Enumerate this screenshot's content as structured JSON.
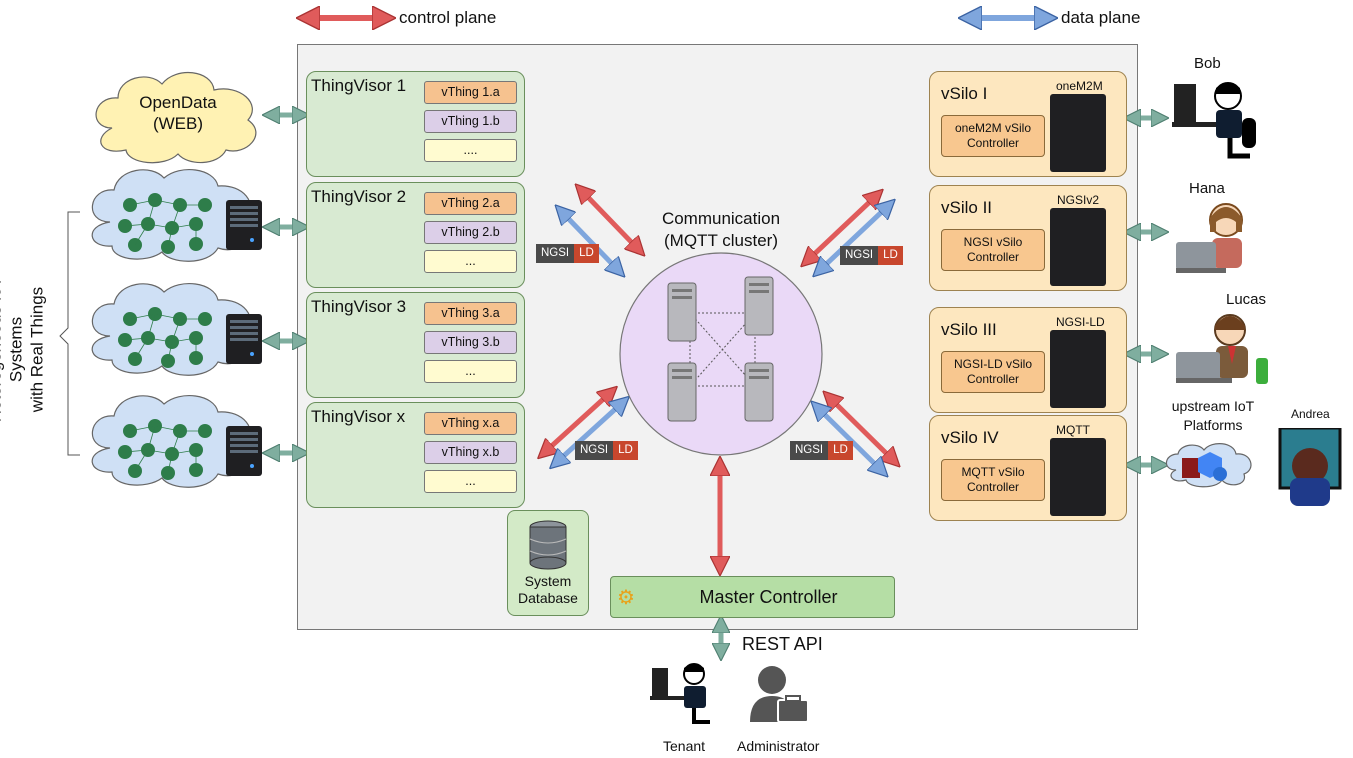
{
  "legend": {
    "control_plane": "control plane",
    "data_plane": "data plane",
    "colors": {
      "control": "#e05b5b",
      "data": "#7fa6dd",
      "neutral": "#7fae9f"
    }
  },
  "left_side": {
    "vertical_label_line1": "Heterogeneous IoT Systems",
    "vertical_label_line2": "with Real Things",
    "opendata_line1": "OpenData",
    "opendata_line2": "(WEB)"
  },
  "thingvisors": [
    {
      "title": "ThingVisor 1",
      "vthings": [
        "vThing 1.a",
        "vThing 1.b",
        "...."
      ]
    },
    {
      "title": "ThingVisor 2",
      "vthings": [
        "vThing 2.a",
        "vThing 2.b",
        "..."
      ]
    },
    {
      "title": "ThingVisor 3",
      "vthings": [
        "vThing 3.a",
        "vThing 3.b",
        "..."
      ]
    },
    {
      "title": "ThingVisor x",
      "vthings": [
        "vThing x.a",
        "vThing x.b",
        "..."
      ]
    }
  ],
  "badge": {
    "ngsi": "NGSI",
    "ld": "LD"
  },
  "communication": {
    "line1": "Communication",
    "line2": "(MQTT cluster)"
  },
  "vsilos": [
    {
      "title": "vSilo I",
      "protocol": "oneM2M",
      "controller_line1": "oneM2M vSilo",
      "controller_line2": "Controller"
    },
    {
      "title": "vSilo II",
      "protocol": "NGSIv2",
      "controller_line1": "NGSI vSilo",
      "controller_line2": "Controller"
    },
    {
      "title": "vSilo III",
      "protocol": "NGSI-LD",
      "controller_line1": "NGSI-LD vSilo",
      "controller_line2": "Controller"
    },
    {
      "title": "vSilo IV",
      "protocol": "MQTT",
      "controller_line1": "MQTT vSilo",
      "controller_line2": "Controller"
    }
  ],
  "users": {
    "bob": "Bob",
    "hana": "Hana",
    "lucas": "Lucas",
    "upstream_line1": "upstream IoT",
    "upstream_line2": "Platforms",
    "andrea": "Andrea"
  },
  "system_database": {
    "line1": "System",
    "line2": "Database"
  },
  "master_controller": "Master Controller",
  "rest_api": "REST API",
  "bottom": {
    "tenant": "Tenant",
    "administrator": "Administrator"
  }
}
